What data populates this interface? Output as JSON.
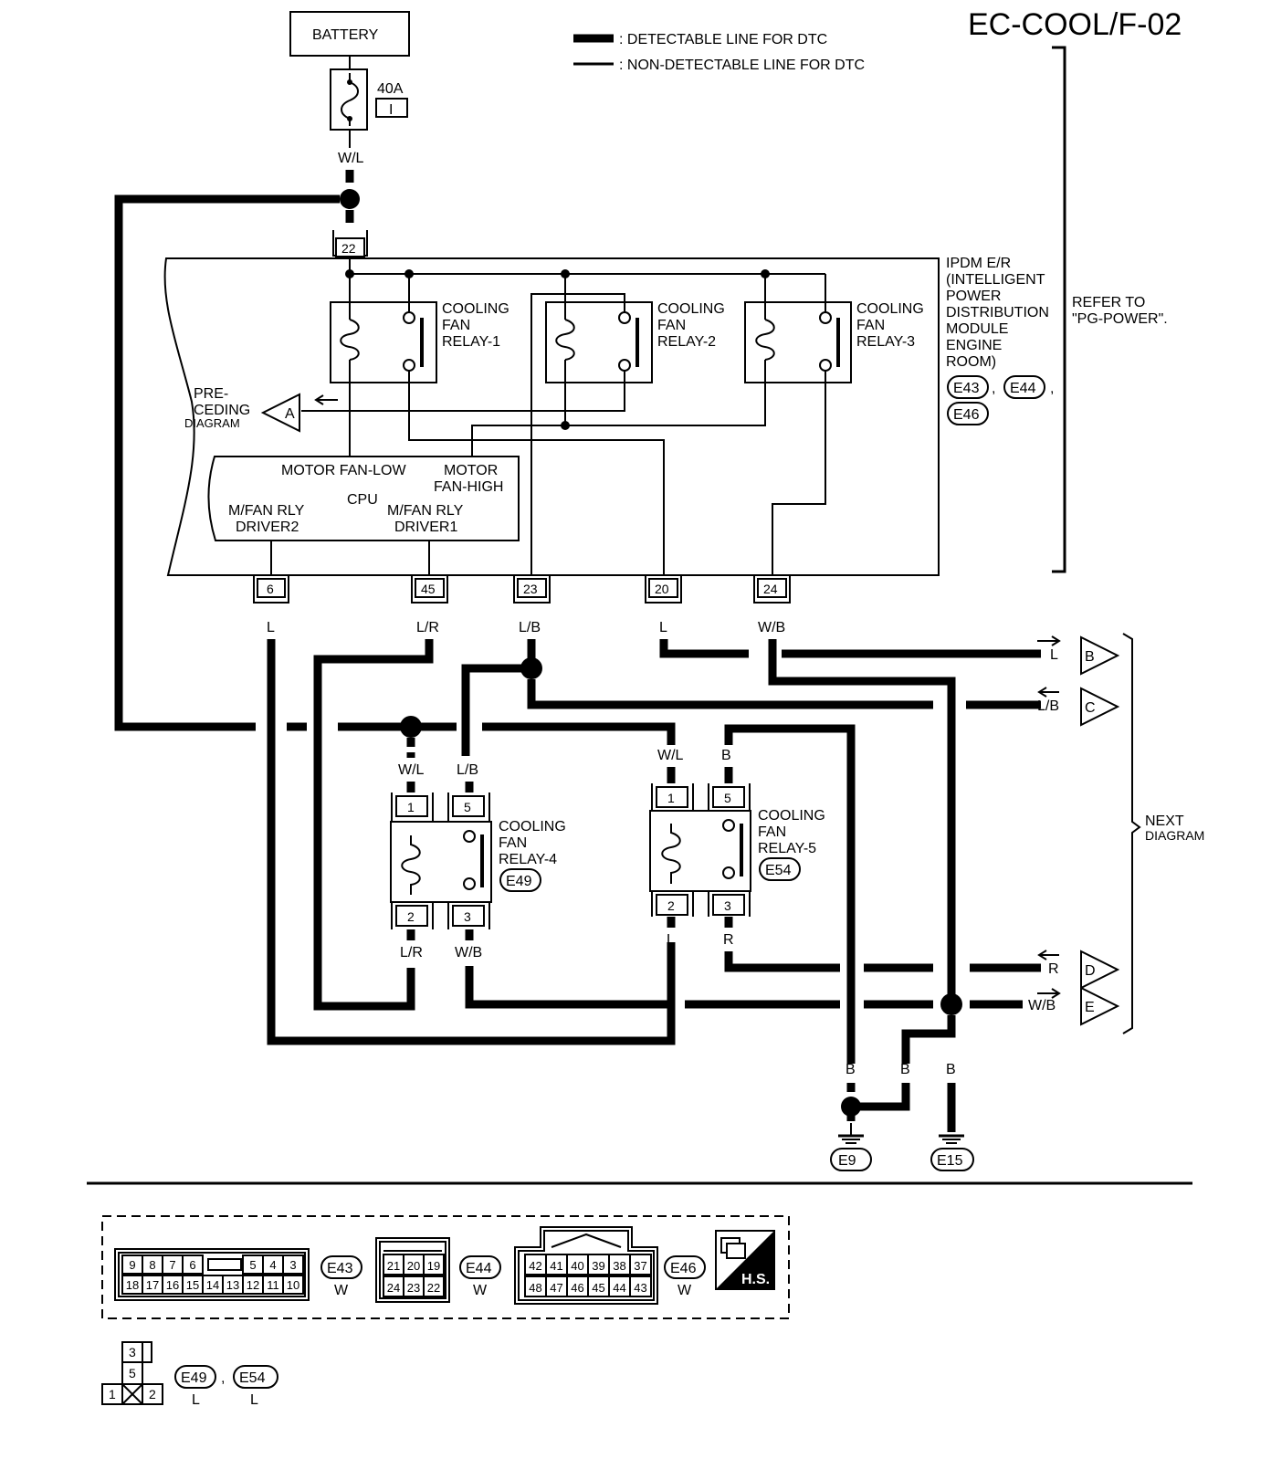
{
  "title": "EC-COOL/F-02",
  "legend": {
    "detectable": ": DETECTABLE LINE FOR DTC",
    "non_detectable": ": NON-DETECTABLE LINE FOR DTC"
  },
  "battery": {
    "label": "BATTERY",
    "fuse_amp": "40A",
    "fuse_id": "I",
    "wire": "W/L"
  },
  "ipdm": {
    "name_lines": [
      "IPDM E/R",
      "(INTELLIGENT",
      "POWER",
      "DISTRIBUTION",
      "MODULE",
      "ENGINE",
      "ROOM)"
    ],
    "connectors": [
      "E43",
      "E44",
      "E46"
    ],
    "refer_lines": [
      "REFER TO",
      "\"PG-POWER\"."
    ],
    "top_pin": "22",
    "relays": [
      {
        "lines": [
          "COOLING",
          "FAN",
          "RELAY-1"
        ]
      },
      {
        "lines": [
          "COOLING",
          "FAN",
          "RELAY-2"
        ]
      },
      {
        "lines": [
          "COOLING",
          "FAN",
          "RELAY-3"
        ]
      }
    ],
    "preceding_lines": [
      "PRE-",
      "CEDING",
      "DIAGRAM"
    ],
    "preceding_tag": "A",
    "cpu": {
      "label": "CPU",
      "motor_fan_low": "MOTOR FAN-LOW",
      "motor_fan_high_lines": [
        "MOTOR",
        "FAN-HIGH"
      ],
      "driver2_lines": [
        "M/FAN RLY",
        "DRIVER2"
      ],
      "driver1_lines": [
        "M/FAN RLY",
        "DRIVER1"
      ]
    },
    "bottom_pins": [
      {
        "pin": "6",
        "wire": "L"
      },
      {
        "pin": "45",
        "wire": "L/R"
      },
      {
        "pin": "23",
        "wire": "L/B"
      },
      {
        "pin": "20",
        "wire": "L"
      },
      {
        "pin": "24",
        "wire": "W/B"
      }
    ]
  },
  "relay4": {
    "lines": [
      "COOLING",
      "FAN",
      "RELAY-4"
    ],
    "connector": "E49",
    "pins": {
      "p1": "1",
      "p5": "5",
      "p2": "2",
      "p3": "3"
    },
    "wires": {
      "p1": "W/L",
      "p5": "L/B",
      "p2": "L/R",
      "p3": "W/B"
    }
  },
  "relay5": {
    "lines": [
      "COOLING",
      "FAN",
      "RELAY-5"
    ],
    "connector": "E54",
    "pins": {
      "p1": "1",
      "p5": "5",
      "p2": "2",
      "p3": "3"
    },
    "wires": {
      "p1": "W/L",
      "p5": "B",
      "p2": "L",
      "p3": "R"
    }
  },
  "next_diagram": {
    "lines": [
      "NEXT",
      "DIAGRAM"
    ],
    "outputs": [
      {
        "wire": "L",
        "tag": "B"
      },
      {
        "wire": "L/B",
        "tag": "C"
      },
      {
        "wire": "R",
        "tag": "D"
      },
      {
        "wire": "W/B",
        "tag": "E"
      }
    ]
  },
  "grounds": {
    "wires": [
      "B",
      "B",
      "B"
    ],
    "labels": [
      "E9",
      "E15"
    ]
  },
  "connector_views": {
    "e43_top": [
      "9",
      "8",
      "7",
      "6",
      "5",
      "4",
      "3"
    ],
    "e43_bottom": [
      "18",
      "17",
      "16",
      "15",
      "14",
      "13",
      "12",
      "11",
      "10"
    ],
    "e43": {
      "id": "E43",
      "color": "W"
    },
    "e44_top": [
      "21",
      "20",
      "19"
    ],
    "e44_bottom": [
      "24",
      "23",
      "22"
    ],
    "e44": {
      "id": "E44",
      "color": "W"
    },
    "e46_top": [
      "42",
      "41",
      "40",
      "39",
      "38",
      "37"
    ],
    "e46_bottom": [
      "48",
      "47",
      "46",
      "45",
      "44",
      "43"
    ],
    "e46": {
      "id": "E46",
      "color": "W"
    },
    "hs_icon": "H.S.",
    "relay_pins": [
      "3",
      "5",
      "1",
      "2"
    ],
    "e49": {
      "id": "E49",
      "color": "L"
    },
    "e54": {
      "id": "E54",
      "color": "L"
    }
  }
}
